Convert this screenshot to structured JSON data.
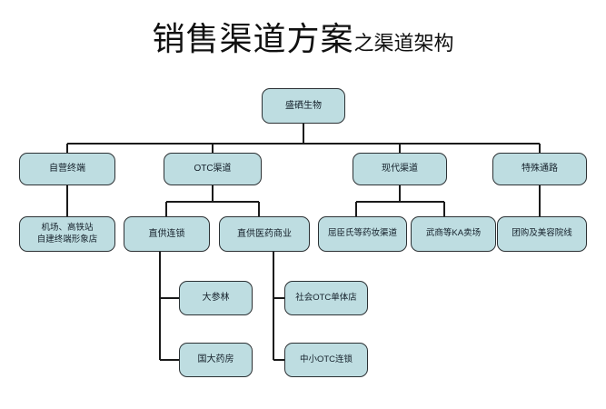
{
  "title": {
    "main": "销售渠道方案",
    "suffix": "之渠道架构"
  },
  "colors": {
    "node_fill": "#bedde1",
    "node_border": "#2c3134",
    "connector": "#1a1a1a",
    "background": "#ffffff",
    "text": "#14202a"
  },
  "chart_data": {
    "type": "diagram",
    "diagram_type": "organization-tree",
    "orientation": "top-down",
    "levels": 4,
    "nodes": [
      {
        "id": "root",
        "label": "盛硒生物",
        "level": 1,
        "parent": null
      },
      {
        "id": "l2-1",
        "label": "自营终端",
        "level": 2,
        "parent": "root"
      },
      {
        "id": "l2-2",
        "label": "OTC渠道",
        "level": 2,
        "parent": "root"
      },
      {
        "id": "l2-3",
        "label": "现代渠道",
        "level": 2,
        "parent": "root"
      },
      {
        "id": "l2-4",
        "label": "特殊通路",
        "level": 2,
        "parent": "root"
      },
      {
        "id": "l3-1",
        "label": "机场、高铁站\n自建终端形象店",
        "level": 3,
        "parent": "l2-1"
      },
      {
        "id": "l3-2",
        "label": "直供连锁",
        "level": 3,
        "parent": "l2-2"
      },
      {
        "id": "l3-3",
        "label": "直供医药商业",
        "level": 3,
        "parent": "l2-2"
      },
      {
        "id": "l3-4",
        "label": "屈臣氏等药妆渠道",
        "level": 3,
        "parent": "l2-3"
      },
      {
        "id": "l3-5",
        "label": "武商等KA卖场",
        "level": 3,
        "parent": "l2-3"
      },
      {
        "id": "l3-6",
        "label": "团购及美容院线",
        "level": 3,
        "parent": "l2-4"
      },
      {
        "id": "l4-1",
        "label": "大参林",
        "level": 4,
        "parent": "l3-2"
      },
      {
        "id": "l4-2",
        "label": "国大药房",
        "level": 4,
        "parent": "l3-2"
      },
      {
        "id": "l4-3",
        "label": "社会OTC单体店",
        "level": 4,
        "parent": "l3-3"
      },
      {
        "id": "l4-4",
        "label": "中小OTC连锁",
        "level": 4,
        "parent": "l3-3"
      }
    ]
  },
  "nodes": {
    "root": {
      "label": "盛硒生物"
    },
    "l2_1": {
      "label": "自营终端"
    },
    "l2_2": {
      "label": "OTC渠道"
    },
    "l2_3": {
      "label": "现代渠道"
    },
    "l2_4": {
      "label": "特殊通路"
    },
    "l3_1": {
      "label": "机场、高铁站\n自建终端形象店"
    },
    "l3_2": {
      "label": "直供连锁"
    },
    "l3_3": {
      "label": "直供医药商业"
    },
    "l3_4": {
      "label": "屈臣氏等药妆渠道"
    },
    "l3_5": {
      "label": "武商等KA卖场"
    },
    "l3_6": {
      "label": "团购及美容院线"
    },
    "l4_1": {
      "label": "大参林"
    },
    "l4_2": {
      "label": "国大药房"
    },
    "l4_3": {
      "label": "社会OTC单体店"
    },
    "l4_4": {
      "label": "中小OTC连锁"
    }
  }
}
